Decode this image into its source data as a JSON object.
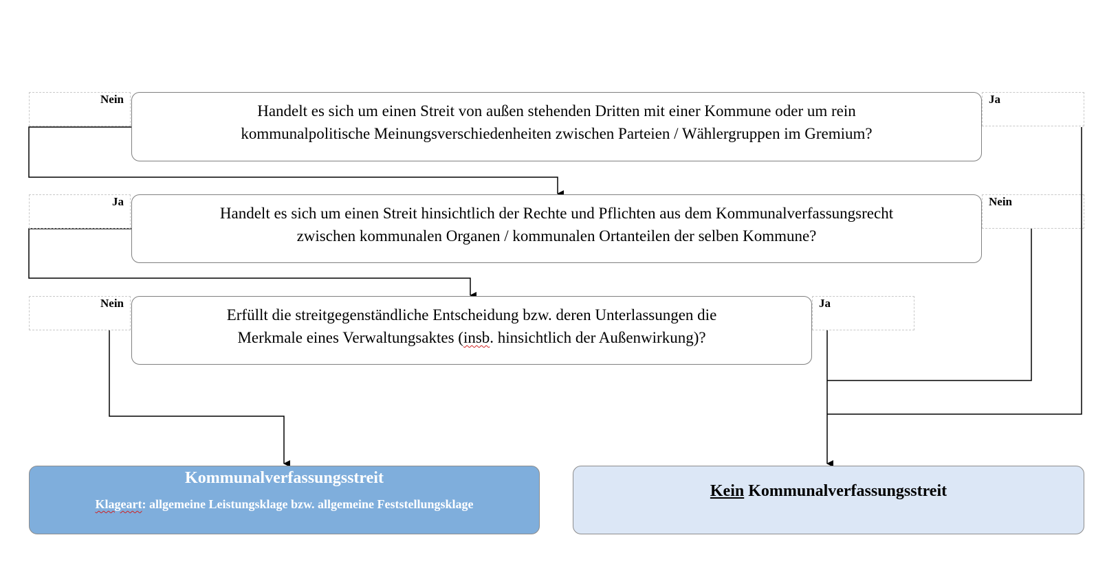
{
  "questions": {
    "q1": {
      "line1": "Handelt es sich um einen Streit von außen stehenden Dritten mit einer Kommune oder um rein",
      "line2": "kommunalpolitische Meinungsverschiedenheiten zwischen Parteien / Wählergruppen im Gremium?"
    },
    "q2": {
      "line1": "Handelt es sich um einen Streit hinsichtlich der Rechte und Pflichten aus dem Kommunalverfassungsrecht",
      "line2": "zwischen kommunalen Organen / kommunalen Ortanteilen der selben Kommune?"
    },
    "q3": {
      "line1": "Erfüllt die streitgegenständliche Entscheidung bzw. deren Unterlassungen die",
      "line2_a": "Merkmale eines Verwaltungsaktes (",
      "line2_b": "insb",
      "line2_c": ". hinsichtlich der Außenwirkung)?"
    }
  },
  "labels": {
    "q1_left": "Nein",
    "q1_right": "Ja",
    "q2_left": "Ja",
    "q2_right": "Nein",
    "q3_left": "Nein",
    "q3_right": "Ja"
  },
  "results": {
    "left": {
      "title": "Kommunalverfassungsstreit",
      "sub_a": "Klageart",
      "sub_b": ": allgemeine Leistungsklage bzw. allgemeine Feststellungsklage"
    },
    "right": {
      "title_a": "Kein",
      "title_b": " Kommunalverfassungsstreit"
    }
  },
  "colors": {
    "result_left_fill": "#7faedc",
    "result_right_fill": "#dce7f6",
    "connector": "#000000"
  }
}
